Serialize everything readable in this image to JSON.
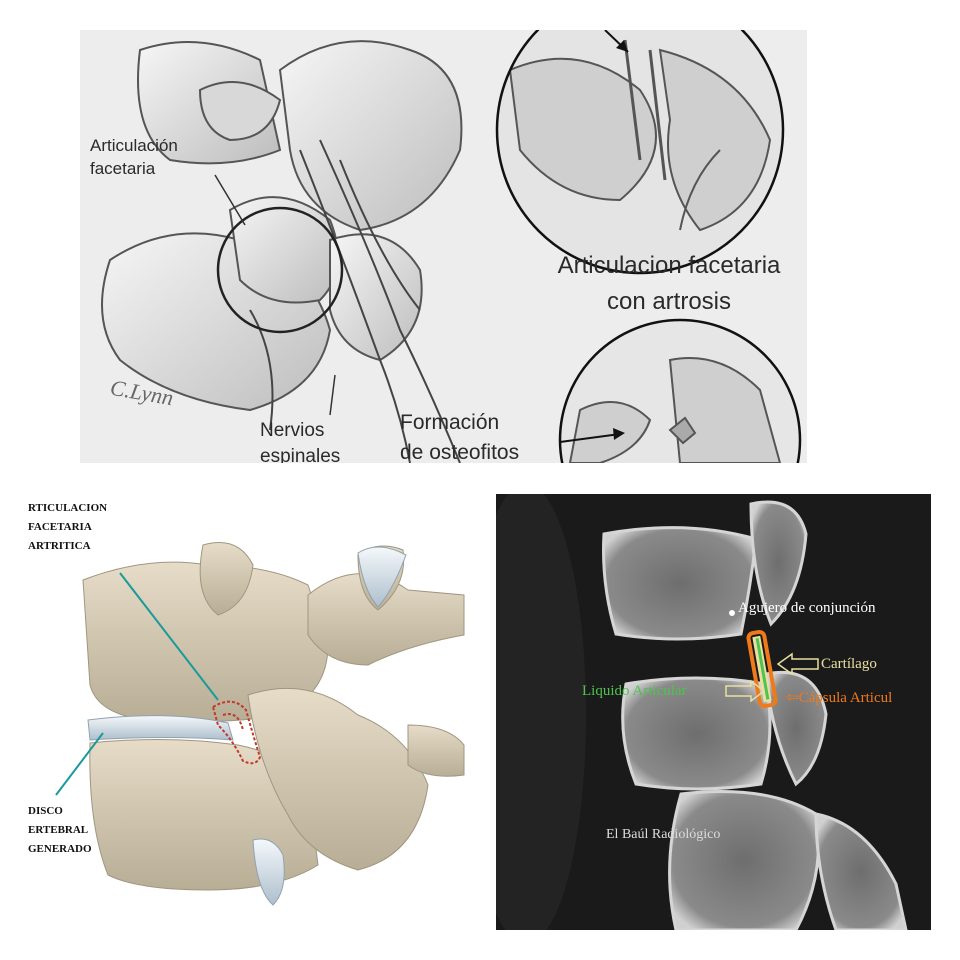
{
  "top_panel": {
    "facet_joint_label": [
      "Articulación",
      "facetaria"
    ],
    "arthrosis_title": [
      "Articulacion facetaria",
      "con artrosis"
    ],
    "spinal_nerves_label": [
      "Nervios",
      "espinales"
    ],
    "osteophyte_label": [
      "Formación",
      "de osteofitos"
    ],
    "artist_signature": "C.Lynn"
  },
  "bottom_left_panel": {
    "arthritic_joint_label": [
      "RTICULACION",
      "FACETARIA",
      "ARTRITICA"
    ],
    "degenerated_disc_label": [
      "DISCO",
      "ERTEBRAL",
      "GENERADO"
    ]
  },
  "bottom_right_panel": {
    "foramen_label": "Agujero de conjunción",
    "cartilage_label": "Cartílago",
    "fluid_label": "Liquido Articular",
    "capsule_label": "⇦Cápsula Articul",
    "watermark": "El Baúl Radiológico",
    "colors": {
      "cartilage": "#e8e0a0",
      "fluid": "#4fc24f",
      "capsule": "#f07a1a"
    }
  }
}
